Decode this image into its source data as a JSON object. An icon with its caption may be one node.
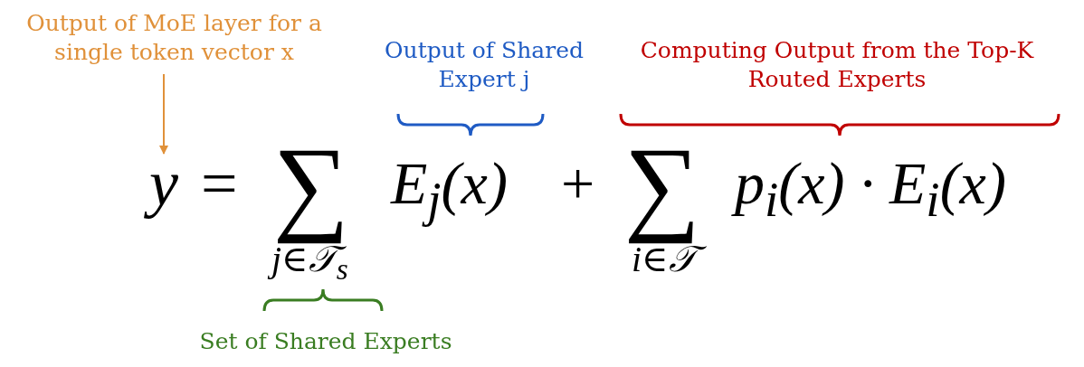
{
  "diagram": {
    "nodes": [
      {
        "text": [
          "Output of MoE layer for a single token vector x"
        ]
      },
      {
        "text": [
          "y"
        ]
      }
    ],
    "edges": [
      {
        "from": 0,
        "to": 1,
        "arrow": "to"
      }
    ],
    "labels": [
      "Output of Shared Expert j",
      "Computing Output from the Top-K Routed Experts",
      "=",
      "∑",
      "E$_{j}$(x)",
      "+",
      "∑",
      "p$_{i}$(x) · E$_{i}$(x)",
      "j∈𝒯$_{s}$",
      "i∈𝒯",
      "Set of Shared Experts"
    ]
  }
}
